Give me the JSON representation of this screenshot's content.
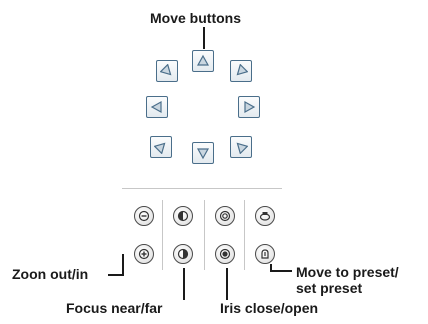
{
  "labels": {
    "move_buttons": "Move buttons",
    "zoom": "Zoon out/in",
    "focus": "Focus near/far",
    "iris": "Iris close/open",
    "preset_line1": "Move to preset/",
    "preset_line2": "set preset"
  },
  "icons": {
    "move_buttons": [
      "arrow-up-left-icon",
      "arrow-up-icon",
      "arrow-up-right-icon",
      "arrow-left-icon",
      "arrow-right-icon",
      "arrow-down-left-icon",
      "arrow-down-icon",
      "arrow-down-right-icon"
    ],
    "zoom": [
      "zoom-out-icon",
      "zoom-in-icon"
    ],
    "focus": [
      "focus-near-icon",
      "focus-far-icon"
    ],
    "iris": [
      "iris-close-icon",
      "iris-open-icon"
    ],
    "preset": [
      "move-to-preset-icon",
      "set-preset-icon"
    ]
  },
  "colors": {
    "move_button_border": "#4a6e8a",
    "control_button_border": "#4a4a4a",
    "label_text": "#1a1a1a"
  }
}
